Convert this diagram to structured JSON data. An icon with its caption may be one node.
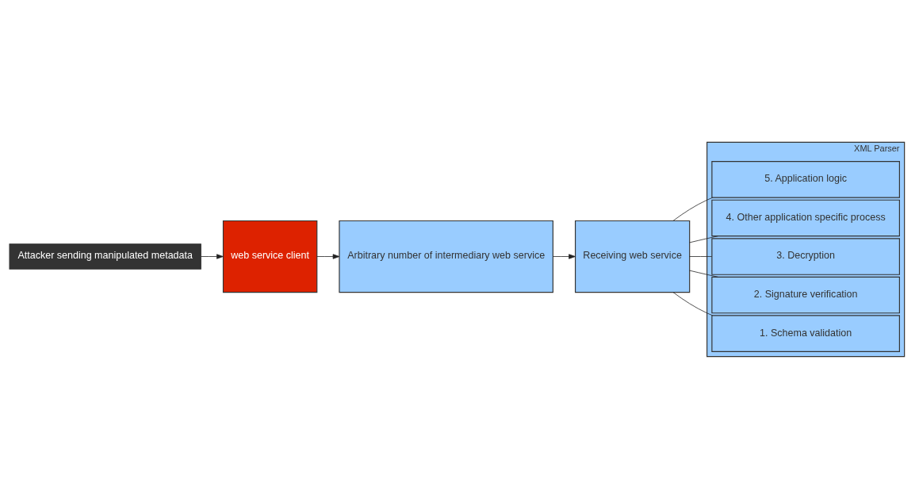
{
  "diagram": {
    "nodes": [
      {
        "text": [
          "Attacker sending manipulated metadata"
        ]
      },
      {
        "text": [
          "web service client"
        ]
      },
      {
        "text": [
          "Arbitrary number of intermediary web service"
        ]
      },
      {
        "text": [
          "Receiving web service"
        ]
      },
      {
        "text": [
          "XML Parser"
        ]
      },
      {
        "text": [
          "1. Schema validation"
        ],
        "in": 4
      },
      {
        "text": [
          "2. Signature verification"
        ],
        "in": 4
      },
      {
        "text": [
          "3. Decryption"
        ],
        "in": 4
      },
      {
        "text": [
          "4. Other application specific process"
        ],
        "in": 4
      },
      {
        "text": [
          "5. Application logic"
        ],
        "in": 4
      }
    ],
    "edges": [
      {
        "from": 0,
        "to": 1,
        "arrow": "to"
      },
      {
        "from": 1,
        "to": 2,
        "arrow": "to"
      },
      {
        "from": 2,
        "to": 3,
        "arrow": "to"
      },
      {
        "from": 3,
        "to": 5,
        "arrow": "none"
      },
      {
        "from": 3,
        "to": 6,
        "arrow": "none"
      },
      {
        "from": 3,
        "to": 7,
        "arrow": "none"
      },
      {
        "from": 3,
        "to": 8,
        "arrow": "none"
      },
      {
        "from": 3,
        "to": 9,
        "arrow": "none"
      }
    ]
  }
}
